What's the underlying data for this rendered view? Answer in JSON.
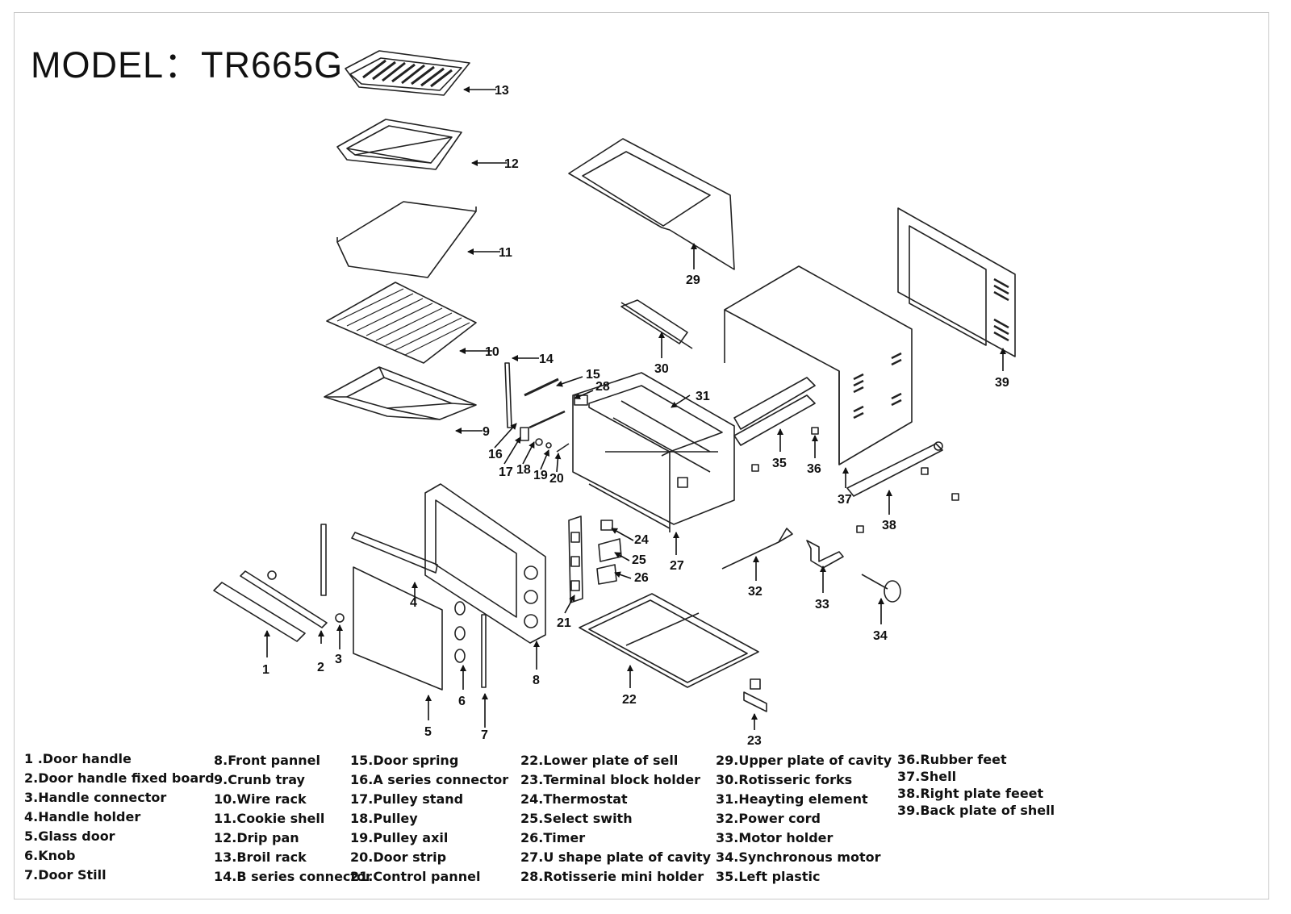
{
  "title": "MODEL：TR665G",
  "callouts": [
    "1",
    "2",
    "3",
    "4",
    "5",
    "6",
    "7",
    "8",
    "9",
    "10",
    "11",
    "12",
    "13",
    "14",
    "15",
    "16",
    "17",
    "18",
    "19",
    "20",
    "21",
    "22",
    "23",
    "24",
    "25",
    "26",
    "27",
    "28",
    "29",
    "30",
    "31",
    "32",
    "33",
    "34",
    "35",
    "36",
    "37",
    "38",
    "39"
  ],
  "legend": {
    "col1": [
      "1 .Door handle",
      "2.Door handle fixed board",
      "3.Handle connector",
      "4.Handle holder",
      "5.Glass door",
      "6.Knob",
      "7.Door Still"
    ],
    "col2": [
      "8.Front pannel",
      "9.Crunb tray",
      "10.Wire rack",
      "11.Cookie shell",
      "12.Drip pan",
      "13.Broil rack",
      "14.B series connector"
    ],
    "col3": [
      "15.Door spring",
      "16.A series connector",
      "17.Pulley stand",
      "18.Pulley",
      "19.Pulley axil",
      "20.Door strip",
      "21.Control pannel"
    ],
    "col4": [
      "22.Lower plate of sell",
      "23.Terminal block holder",
      "24.Thermostat",
      "25.Select swith",
      "26.Timer",
      "27.U shape plate of cavity",
      "28.Rotisserie mini holder"
    ],
    "col5": [
      "29.Upper plate of cavity",
      "30.Rotisseric forks",
      "31.Heayting element",
      "32.Power cord",
      "33.Motor holder",
      "34.Synchronous motor",
      "35.Left plastic"
    ],
    "col6": [
      "36.Rubber feet",
      "37.Shell",
      "38.Right plate feeet",
      "39.Back plate of shell"
    ]
  }
}
